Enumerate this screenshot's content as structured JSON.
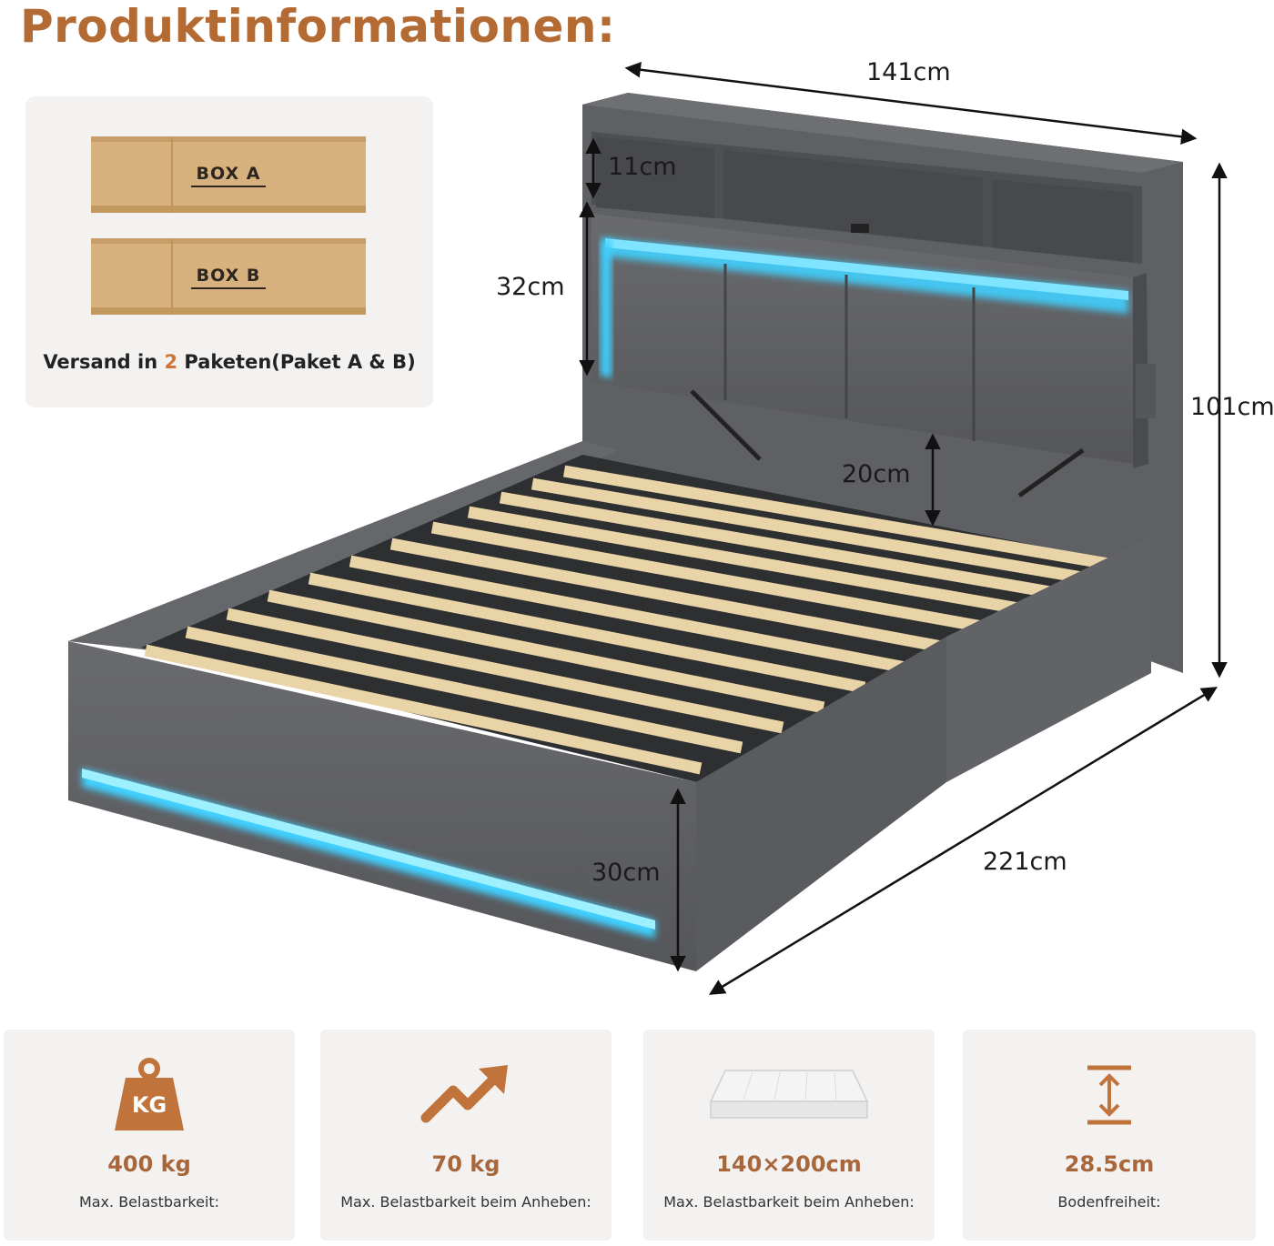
{
  "title": "Produktinformationen:",
  "packages": {
    "box_a": "BOX   A",
    "box_b": "BOX   B",
    "text_prefix": "Versand in ",
    "text_count": "2",
    "text_suffix": " Paketen(Paket A & B)"
  },
  "dimensions": {
    "width": "141cm",
    "shelf_height": "11cm",
    "headboard_height": "32cm",
    "total_height": "101cm",
    "lift_height": "20cm",
    "frame_height": "30cm",
    "length": "221cm"
  },
  "specs": [
    {
      "icon": "weight-kg-icon",
      "icon_text": "KG",
      "value": "400 kg",
      "label": "Max. Belastbarkeit:"
    },
    {
      "icon": "trend-up-arrow-icon",
      "value": "70 kg",
      "label": "Max. Belastbarkeit beim Anheben:"
    },
    {
      "icon": "mattress-icon",
      "value": "140×200cm",
      "label": "Max. Belastbarkeit beim Anheben:"
    },
    {
      "icon": "height-clearance-icon",
      "value": "28.5cm",
      "label": "Bodenfreiheit:"
    }
  ],
  "colors": {
    "accent": "#b36a33",
    "card_bg": "#f3f2f1",
    "fabric": "#5a5b5e",
    "led": "#3fd0ff",
    "slat": "#ecd9b3"
  }
}
